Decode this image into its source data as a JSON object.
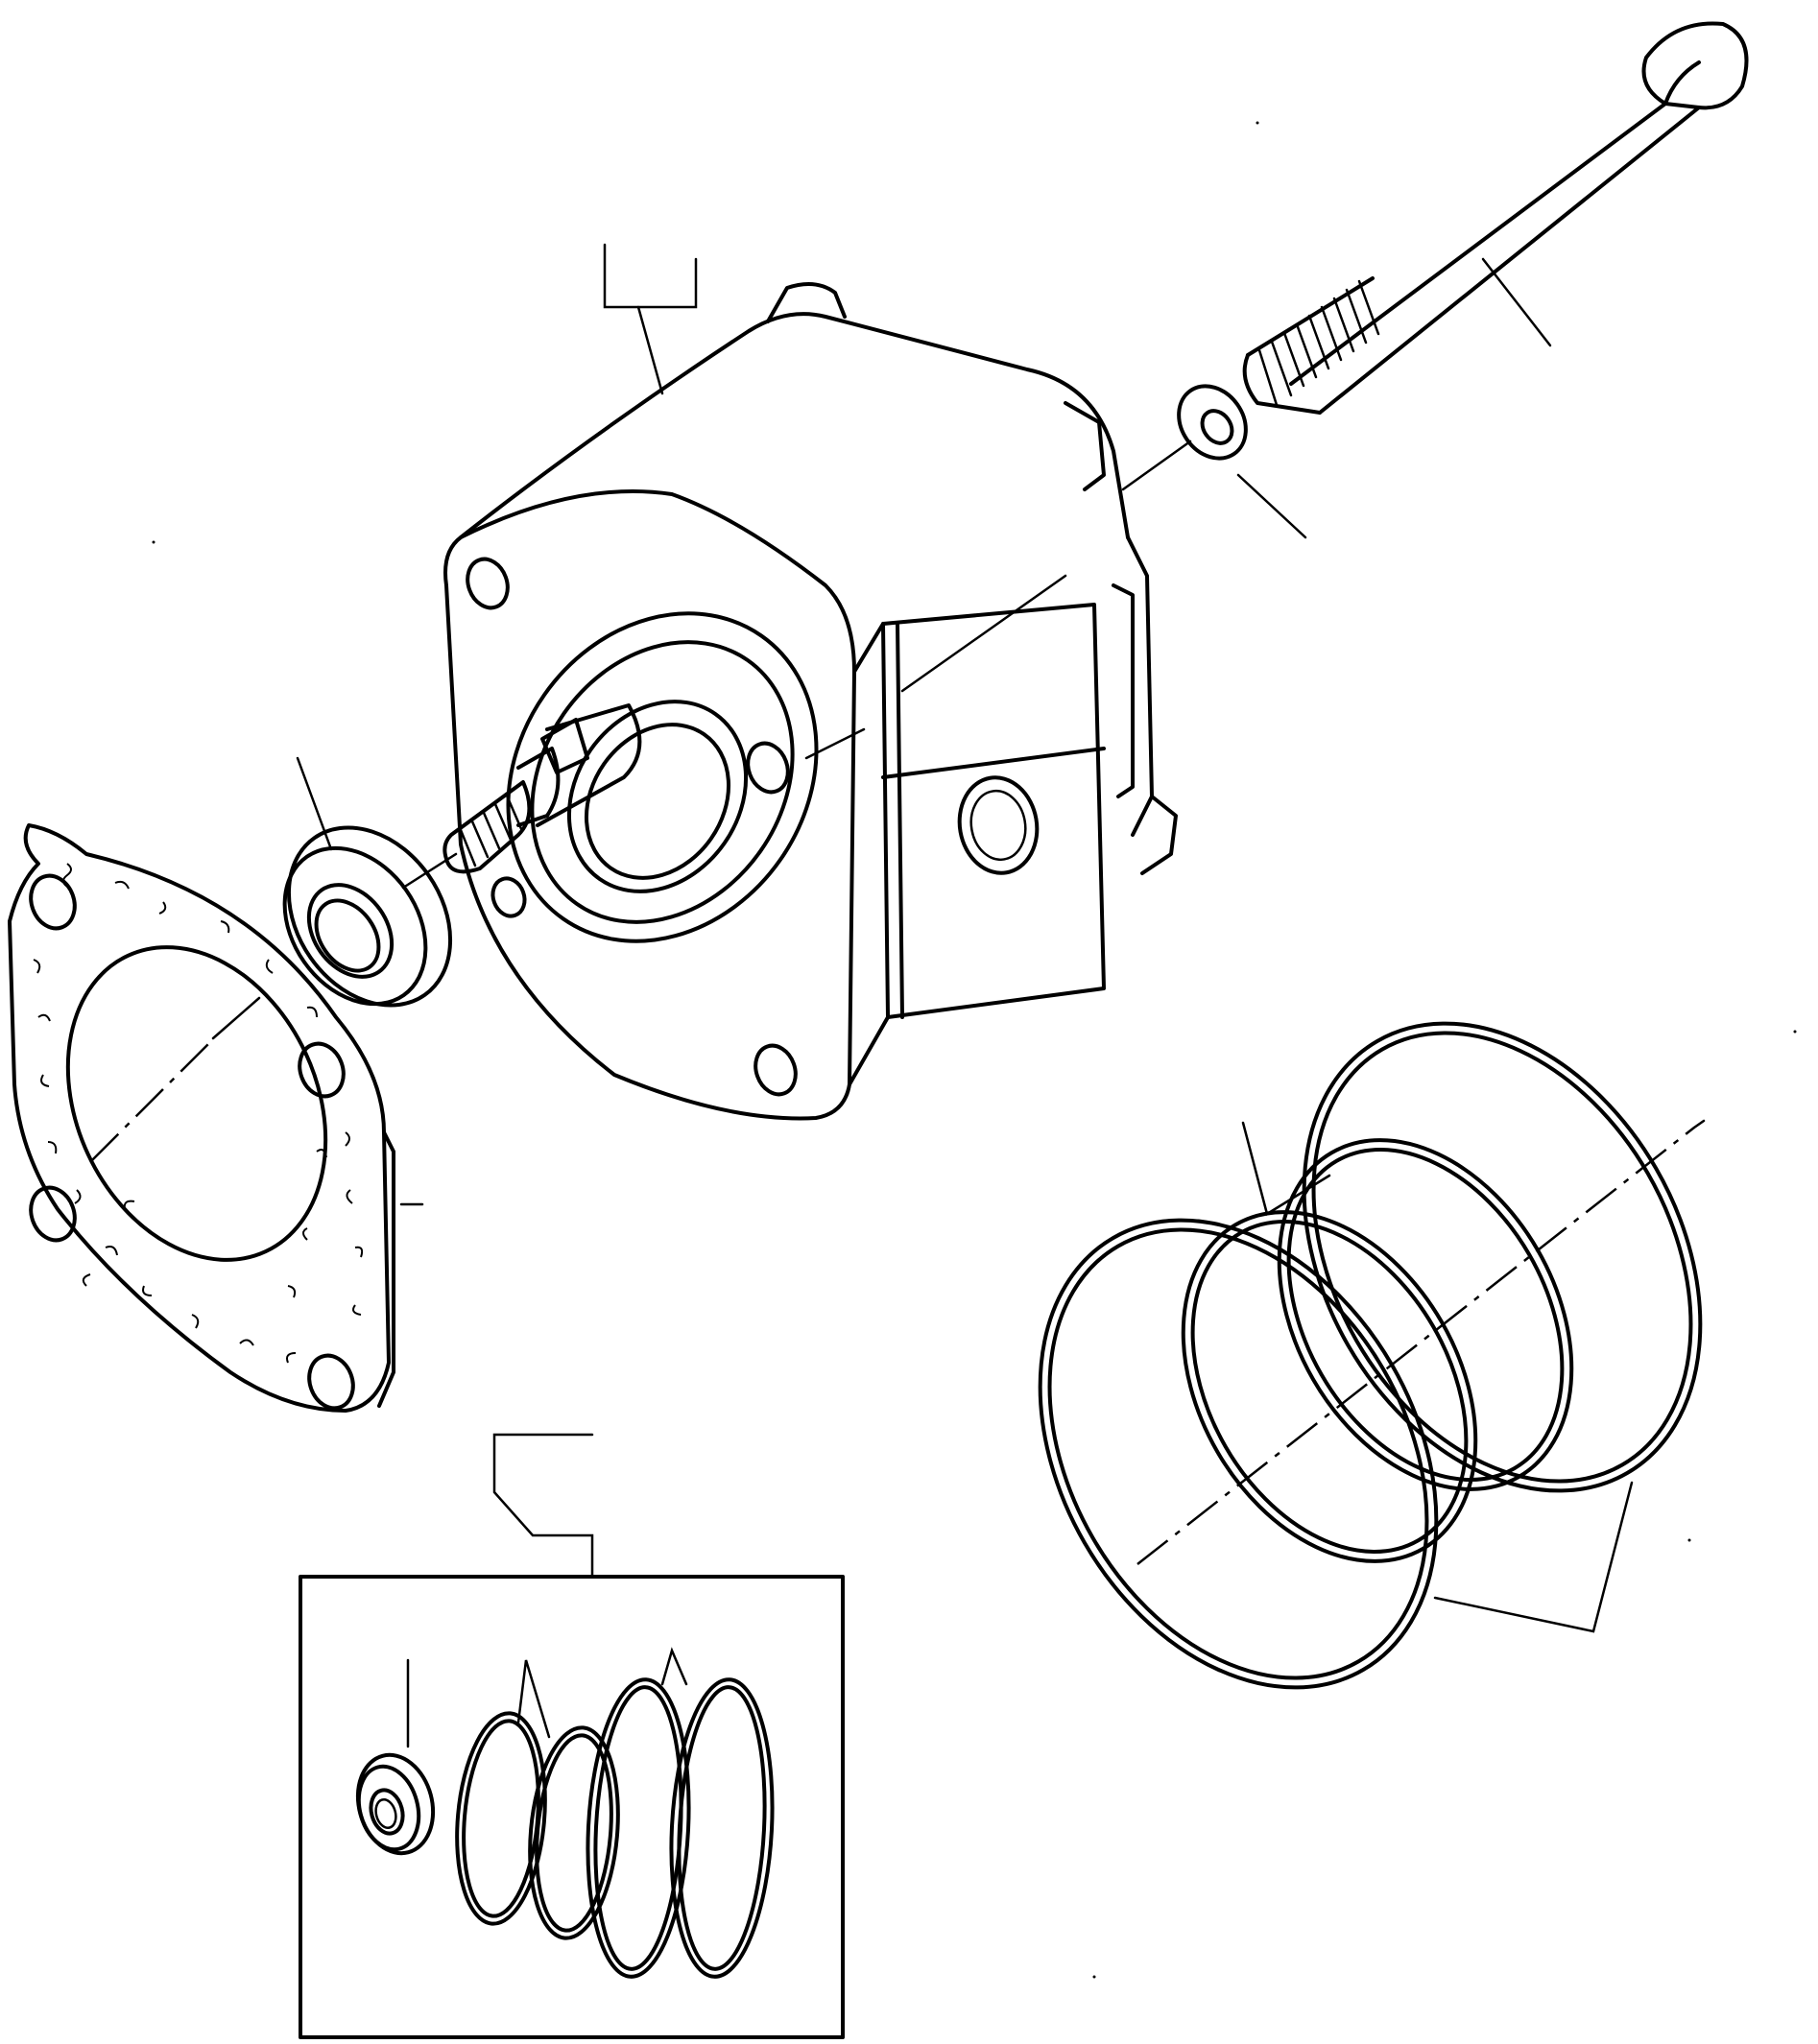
{
  "diagram": {
    "colors": {
      "ink": "#000000",
      "paper": "#ffffff"
    },
    "parts": [
      {
        "id": "pump-body",
        "icon": "gear-pump-icon"
      },
      {
        "id": "long-bolt",
        "icon": "bolt-icon"
      },
      {
        "id": "washer",
        "icon": "washer-icon"
      },
      {
        "id": "shaft-seal",
        "icon": "seal-icon"
      },
      {
        "id": "flange-gasket",
        "icon": "gasket-icon"
      },
      {
        "id": "o-ring-set",
        "icon": "o-ring-icon"
      },
      {
        "id": "seal-kit",
        "icon": "kit-box-icon"
      }
    ]
  }
}
